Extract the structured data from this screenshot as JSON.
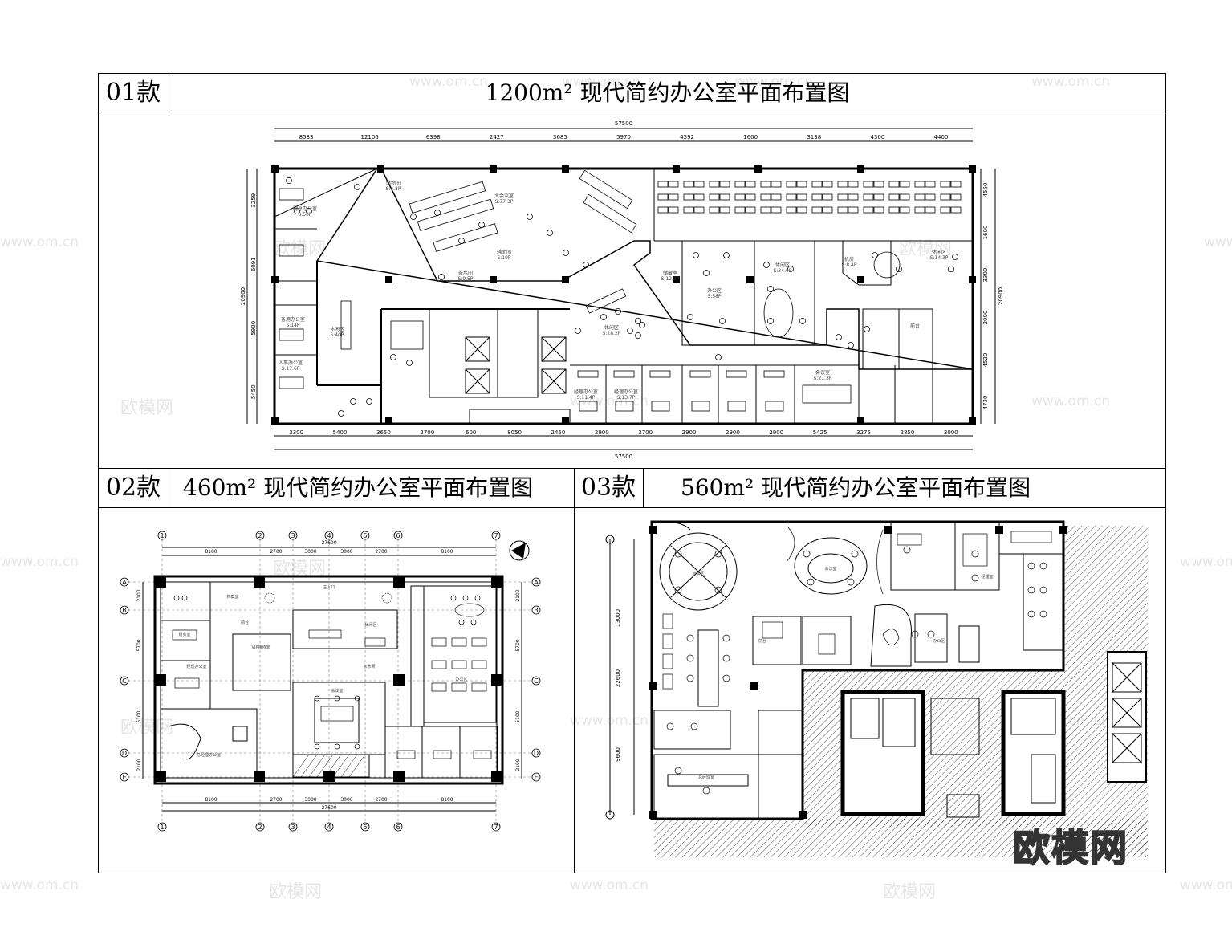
{
  "panel1": {
    "tag": "01款",
    "title": "1200m² 现代简约办公室平面布置图",
    "dims": {
      "total": "57500",
      "top": [
        "8583",
        "12106",
        "6398",
        "2427",
        "3685",
        "5970",
        "4592",
        "1600",
        "3138",
        "4300",
        "4400"
      ],
      "bottom": [
        "3300",
        "5400",
        "3650",
        "2700",
        "600",
        "8050",
        "2450",
        "2900",
        "3700",
        "2900",
        "2900",
        "2900",
        "5425",
        "3275",
        "2850",
        "3000"
      ],
      "left": [
        "3259",
        "6091",
        "5900",
        "5450"
      ],
      "left_total": "20900",
      "right": [
        "4550",
        "1600",
        "3300",
        "2000",
        "4520",
        "4730"
      ],
      "right_total": "20900"
    },
    "rooms": [
      {
        "name": "副总办公室",
        "area": "S:50P"
      },
      {
        "name": "大会议室",
        "area": "S:77.3P"
      },
      {
        "name": "储物间",
        "area": "S:4.3P"
      },
      {
        "name": "备用办公室",
        "area": "S:14P"
      },
      {
        "name": "休闲区",
        "area": "S:40P"
      },
      {
        "name": "辅助间",
        "area": "S:19P"
      },
      {
        "name": "茶水间",
        "area": "S:9.5P"
      },
      {
        "name": "储藏室",
        "area": "S:12.3P"
      },
      {
        "name": "办公区",
        "area": "S:58P"
      },
      {
        "name": "休闲区",
        "area": "S:34.0P"
      },
      {
        "name": "机房",
        "area": "S:8.4P"
      },
      {
        "name": "休闲区",
        "area": "S:14.3P"
      },
      {
        "name": "休闲区",
        "area": "S:28.2P"
      },
      {
        "name": "人事办公室",
        "area": "S:17.6P"
      },
      {
        "name": "经理办公室",
        "area": "S:11.4P"
      },
      {
        "name": "经理办公室",
        "area": "S:13.7P"
      },
      {
        "name": "会议室",
        "area": "S:21.3P"
      },
      {
        "name": "前台",
        "area": ""
      }
    ]
  },
  "panel2": {
    "tag": "02款",
    "title": "460m² 现代简约办公室平面布置图",
    "axes_top": [
      "1",
      "2",
      "3",
      "4",
      "5",
      "6",
      "7"
    ],
    "axes_side": [
      "A",
      "B",
      "C",
      "D",
      "E"
    ],
    "dims": {
      "top": [
        "8100",
        "2700",
        "3000",
        "3000",
        "2700",
        "8100"
      ],
      "total": "27600",
      "bottom": [
        "8100",
        "2700",
        "3000",
        "3000",
        "2700",
        "8100"
      ],
      "bottom_total": "27600",
      "left": [
        "2100",
        "5700",
        "5100",
        "2100"
      ],
      "right": [
        "2100",
        "5700",
        "5100",
        "2100"
      ]
    },
    "rooms": [
      {
        "name": "财务室"
      },
      {
        "name": "档案室"
      },
      {
        "name": "主入口"
      },
      {
        "name": "前台"
      },
      {
        "name": "VIP接待室"
      },
      {
        "name": "经理办公室"
      },
      {
        "name": "会议室"
      },
      {
        "name": "办公区"
      },
      {
        "name": "休闲区"
      },
      {
        "name": "茶水间"
      },
      {
        "name": "总经理办公室"
      }
    ]
  },
  "panel3": {
    "tag": "03款",
    "title": "560m² 现代简约办公室平面布置图",
    "dims": {
      "left": [
        "13000",
        "22600",
        "9600"
      ]
    },
    "rooms": [
      {
        "name": "洽谈区"
      },
      {
        "name": "会议室"
      },
      {
        "name": "前台"
      },
      {
        "name": "办公区"
      },
      {
        "name": "经理室"
      },
      {
        "name": "总经理室"
      }
    ]
  },
  "watermarks": {
    "site": "www.om.cn",
    "brand": "欧模网"
  }
}
